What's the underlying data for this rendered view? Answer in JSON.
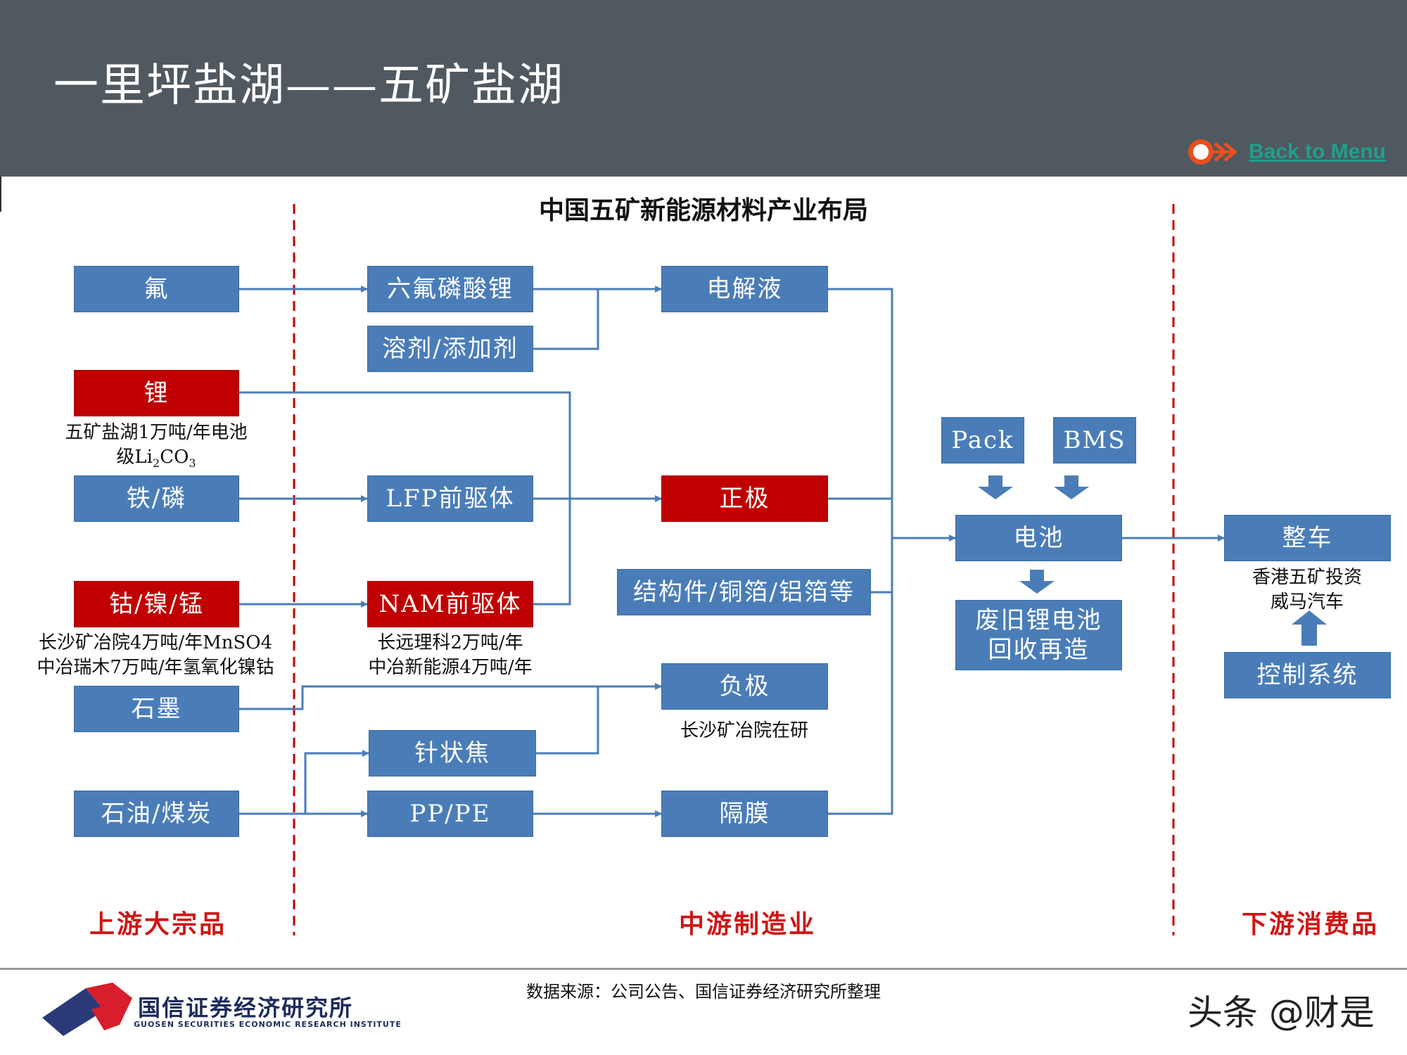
{
  "header": {
    "title": "一里坪盐湖——五矿盐湖",
    "back_link": "Back to Menu"
  },
  "diagram": {
    "title": "中国五矿新能源材料产业布局"
  },
  "boxes": {
    "fluorine": "氟",
    "lithium": "锂",
    "iron_phosphorus": "铁/磷",
    "cobalt_nickel_manganese": "钴/镍/锰",
    "graphite": "石墨",
    "petroleum_coal": "石油/煤炭",
    "lipf6": "六氟磷酸锂",
    "solvent": "溶剂/添加剂",
    "lfp_precursor": "LFP前驱体",
    "nam_precursor": "NAM前驱体",
    "needle_coke": "针状焦",
    "pp_pe": "PP/PE",
    "electrolyte": "电解液",
    "cathode": "正极",
    "structural": "结构件/铜箔/铝箔等",
    "anode": "负极",
    "separator": "隔膜",
    "pack": "Pack",
    "bms": "BMS",
    "battery": "电池",
    "recycling": "废旧锂电池\n回收再造",
    "vehicle": "整车",
    "control": "控制系统"
  },
  "notes": {
    "lithium": "五矿盐湖1万吨/年电池",
    "lithium2_pre": "级Li",
    "lithium2_sub1": "2",
    "lithium2_mid": "CO",
    "lithium2_sub2": "3",
    "cnm": "长沙矿冶院4万吨/年MnSO4\n中冶瑞木7万吨/年氢氧化镍钴",
    "nam": "长远理科2万吨/年\n中冶新能源4万吨/年",
    "anode": "长沙矿冶院在研",
    "vehicle": "香港五矿投资\n威马汽车"
  },
  "stages": {
    "upstream": "上游大宗品",
    "midstream": "中游制造业",
    "downstream": "下游消费品"
  },
  "footer": {
    "source": "数据来源：公司公告、国信证券经济研究所整理",
    "logo": "国信证券经济研究所",
    "logo_en": "GUOSEN SECURITIES ECONOMIC RESEARCH INSTITUTE",
    "watermark": "头条 @财是"
  },
  "colors": {
    "box_blue": "#4a7db8",
    "box_red": "#c00000",
    "divider_red": "#c00000",
    "header_bg": "#505860",
    "stage_red": "#d01515"
  }
}
